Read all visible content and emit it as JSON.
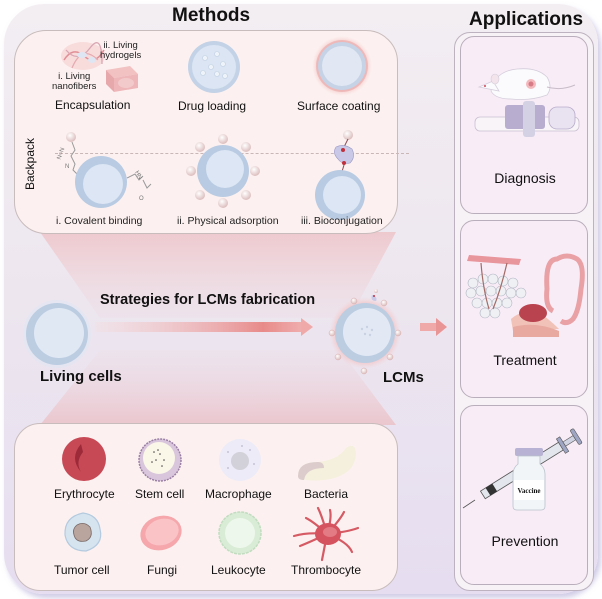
{
  "methods": {
    "title": "Methods",
    "encapsulation": {
      "label": "Encapsulation",
      "sub_nanofibers": [
        "i. Living",
        "nanofibers"
      ],
      "sub_hydrogels": [
        "ii. Living",
        "hydrogels"
      ]
    },
    "drug_loading": {
      "label": "Drug loading"
    },
    "surface_coating": {
      "label": "Surface coating"
    },
    "backpack": {
      "label": "Backpack",
      "items": [
        {
          "label": "i. Covalent binding"
        },
        {
          "label": "ii. Physical adsorption"
        },
        {
          "label": "iii. Bioconjugation"
        }
      ]
    }
  },
  "flow": {
    "source_label": "Living cells",
    "strategy_label": "Strategies for LCMs fabrication",
    "product_label": "LCMs"
  },
  "cell_types": [
    {
      "label": "Erythrocyte",
      "icon": "erythrocyte-icon"
    },
    {
      "label": "Stem cell",
      "icon": "stem-cell-icon"
    },
    {
      "label": "Macrophage",
      "icon": "macrophage-icon"
    },
    {
      "label": "Bacteria",
      "icon": "bacteria-icon"
    },
    {
      "label": "Tumor cell",
      "icon": "tumor-cell-icon"
    },
    {
      "label": "Fungi",
      "icon": "fungi-icon"
    },
    {
      "label": "Leukocyte",
      "icon": "leukocyte-icon"
    },
    {
      "label": "Thrombocyte",
      "icon": "thrombocyte-icon"
    }
  ],
  "applications": {
    "title": "Applications",
    "items": [
      {
        "label": "Diagnosis",
        "icon": "mouse-imaging-icon"
      },
      {
        "label": "Treatment",
        "icon": "tissue-organs-icon"
      },
      {
        "label": "Prevention",
        "icon": "vaccine-syringe-icon"
      }
    ],
    "vaccine_text": "Vaccine"
  },
  "colors": {
    "accent_pink": "#e88a8a",
    "cell_blue": "#c9d7ea",
    "panel_bg": "#fcf1f0",
    "app_bg": "#f8ecf7"
  }
}
